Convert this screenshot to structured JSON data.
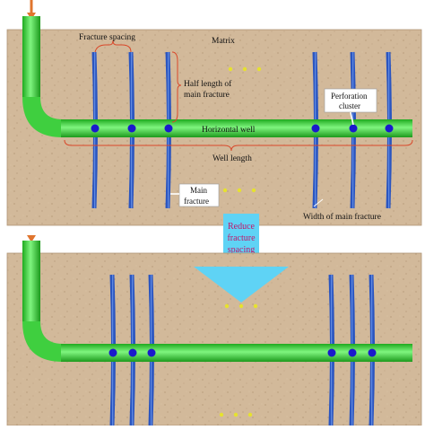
{
  "top_panel": {
    "labels": {
      "fracture_spacing": "Fracture spacing",
      "matrix": "Matrix",
      "half_length_line1": "Half length of",
      "half_length_line2": "main fracture",
      "perforation_line1": "Perforation",
      "perforation_line2": "cluster",
      "horizontal_well": "Horizontal well",
      "well_length": "Well length",
      "main_fracture_line1": "Main",
      "main_fracture_line2": "fracture",
      "width_main_fracture": "Width of  main fracture"
    }
  },
  "arrow": {
    "line1": "Reduce",
    "line2": "fracture",
    "line3": "spacing"
  },
  "colors": {
    "rock": "#d2b99a",
    "well": "#39e039",
    "fracture": "#3d6fd6",
    "perforation": "#1a1acc",
    "arrow": "#5fd3f5",
    "arrow_text": "#c0166b",
    "bracket": "#d9482a",
    "injection": "#e0752e"
  }
}
